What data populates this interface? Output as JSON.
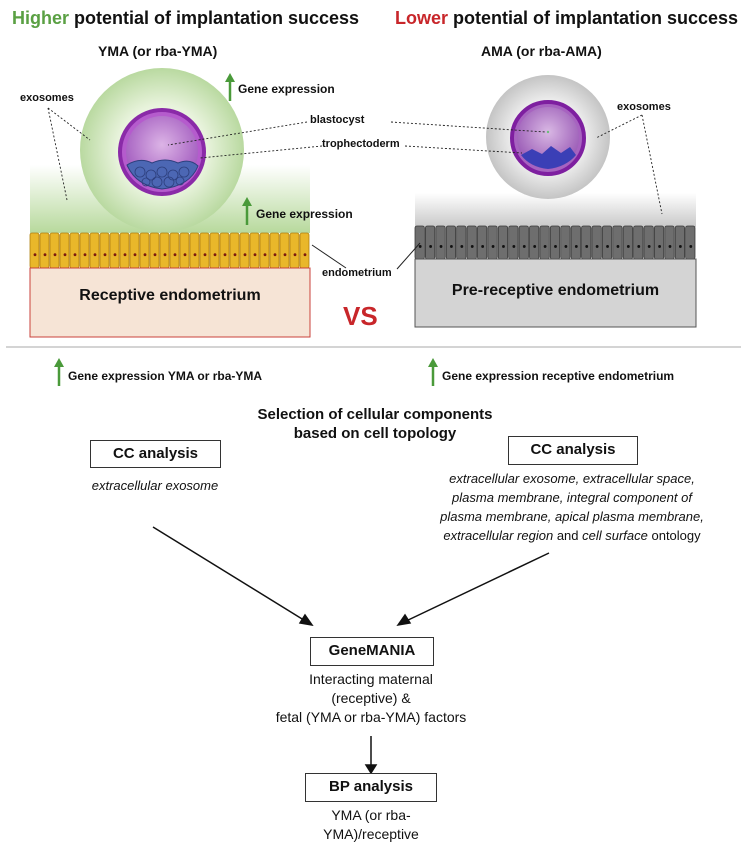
{
  "left_panel": {
    "title_highlight": "Higher",
    "title_rest": " potential of implantation success",
    "highlight_color": "#5aa043",
    "embryo_label": "YMA (or rba-YMA)",
    "gene_expression_top": "Gene expression",
    "gene_expression_mid": "Gene expression",
    "exosomes": "exosomes",
    "blastocyst": "blastocyst",
    "trophectoderm": "trophectoderm",
    "endometrium_label": "Receptive endometrium"
  },
  "right_panel": {
    "title_highlight": "Lower",
    "title_rest": " potential of implantation success",
    "highlight_color": "#c8262a",
    "embryo_label": "AMA (or rba-AMA)",
    "exosomes": "exosomes",
    "endometrium_label": "Pre-receptive endometrium"
  },
  "shared": {
    "endometrium": "endometrium",
    "vs": "VS",
    "vs_color": "#c8262a"
  },
  "flow": {
    "up_left": "Gene expression YMA or rba-YMA",
    "up_right": "Gene expression receptive endometrium",
    "selection_line1": "Selection of cellular components",
    "selection_line2": "based on cell topology",
    "cc_left_box": "CC analysis",
    "cc_left_terms": "extracellular exosome",
    "cc_right_box": "CC analysis",
    "cc_right_terms": [
      "extracellular exosome, extracellular space,",
      "plasma membrane, integral component of",
      "plasma membrane, apical plasma membrane,"
    ],
    "cc_right_last_italic1": "extracellular region",
    "cc_right_last_and": " and ",
    "cc_right_last_italic2": "cell surface",
    "cc_right_last_tail": " ontology",
    "genemania_box": "GeneMANIA",
    "genemania_desc": [
      "Interacting maternal",
      "(receptive) &",
      "fetal (YMA or rba-YMA) factors"
    ],
    "bp_box": "BP analysis",
    "bp_desc": [
      "YMA (or rba-",
      "YMA)/receptive"
    ]
  },
  "icons": [
    "up-arrow-icon",
    "down-arrow-icon"
  ]
}
